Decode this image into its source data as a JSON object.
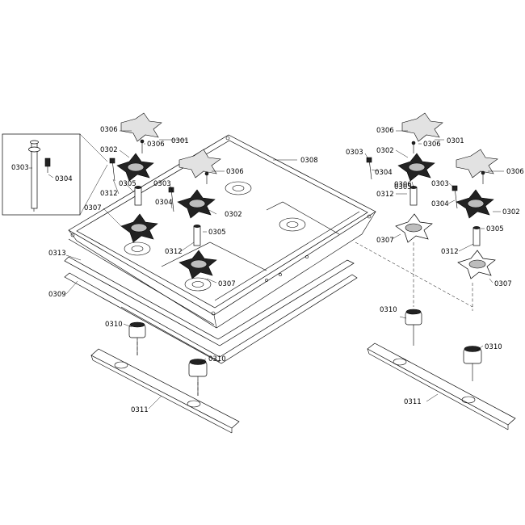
{
  "labels": {
    "l0301a": "0301",
    "l0301b": "0301",
    "l0302a": "0302",
    "l0302b": "0302",
    "l0302c": "0302",
    "l0302d": "0302",
    "l0303a": "0303",
    "l0303b": "0303",
    "l0303c": "0303",
    "l0303d": "0303",
    "l0304a": "0304",
    "l0304b": "0304",
    "l0304c": "0304",
    "l0304d": "0304",
    "l0305a": "0305",
    "l0305b": "0305",
    "l0305c": "0305",
    "l0305d": "0305",
    "l0306a": "0306",
    "l0306b": "0306",
    "l0306c": "0306",
    "l0306d": "0306",
    "l0306e": "0306",
    "l0306f": "0306",
    "l0306g": "0306",
    "l0307a": "0307",
    "l0307b": "0307",
    "l0307c": "0307",
    "l0307d": "0307",
    "l0308": "0308",
    "l0309": "0309",
    "l0310a": "0310",
    "l0310b": "0310",
    "l0310c": "0310",
    "l0310d": "0310",
    "l0311a": "0311",
    "l0311b": "0311",
    "l0312a": "0312",
    "l0312b": "0312",
    "l0312c": "0312",
    "l0312d": "0312",
    "l0313": "0313"
  }
}
